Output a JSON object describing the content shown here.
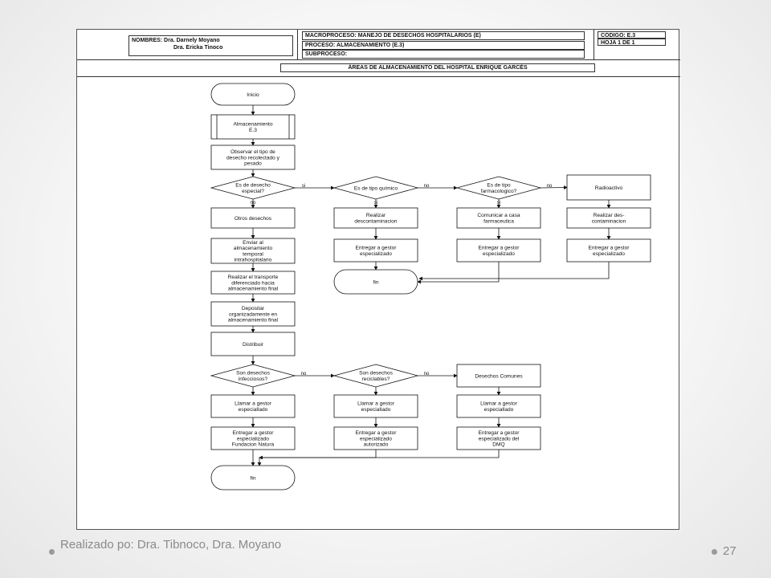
{
  "header": {
    "nombres_label": "NOMBRES: Dra.  Darnely Moyano",
    "nombres_second": "Dra.  Ericka Tinoco",
    "macroproceso": "MACROPROCESO: MANEJO DE DESECHOS HOSPITALARIOS (E)",
    "proceso": "PROCESO: ALMACENAMIENTO  (E.3)",
    "subproceso": "SUBPROCESO:",
    "codigo": "CÓDIGO: E.3",
    "hoja": "HOJA  1 DE 1",
    "area_title": "ÁREAS DE ALMACENAMIENTO DEL HOSPITAL ENRIQUE GARCÉS"
  },
  "flowchart": {
    "inicio": "Inicio",
    "almacenamiento": [
      "Almacenamiento",
      "E.3"
    ],
    "observar": [
      "Observar el tipo de",
      "desecho recolectado y",
      "pesado"
    ],
    "q_especial": [
      "Es  de desecho",
      "especial?"
    ],
    "q_quimico": [
      "Es de tipo químico"
    ],
    "q_farmaco": [
      "Es de tipo",
      "farmacologico?"
    ],
    "radioactivo": "Radioactivo",
    "otros": "Otros desechos",
    "descontaminacion": [
      "Realizar",
      "descontaminacion"
    ],
    "comunicar": [
      "Comunicar a casa",
      "farmaceutica"
    ],
    "des_contaminacion": [
      "Realizar des-",
      "contaminacion"
    ],
    "enviar": [
      "Enviar al",
      "almacenamiento",
      "temporal",
      "intrahospitalario"
    ],
    "entregar_gestor": [
      "Entregar a gestor",
      "especializado"
    ],
    "fin_top": "fin",
    "transporte": [
      "Realizar el transporte",
      "diferenciado hacia",
      "almacenamiento final"
    ],
    "depositar": [
      "Depositar",
      "organizadamente en",
      "almacenamiento final"
    ],
    "distribuir": "Distribuir",
    "q_infecciosos": [
      "Son desechos",
      "infecciosos?"
    ],
    "q_reciclables": [
      "Son desechos",
      "reciclables?"
    ],
    "comunes": "Desechos Comunes",
    "llamar": [
      "Llamar a gestor",
      "especiallado"
    ],
    "entregar_natura": [
      "Entregar a gestor",
      "especializado",
      "Fundacion Natura"
    ],
    "entregar_autorizado": [
      "Entregar a gestor",
      "especializado",
      "autorizado"
    ],
    "entregar_dmq": [
      "Entregar a gestor",
      "especializado del",
      "DMQ"
    ],
    "fin_bottom": "fin",
    "label_si": "si",
    "label_no": "no"
  },
  "footer": {
    "credit": "Realizado po:  Dra. Tibnoco, Dra. Moyano",
    "page": "27"
  }
}
